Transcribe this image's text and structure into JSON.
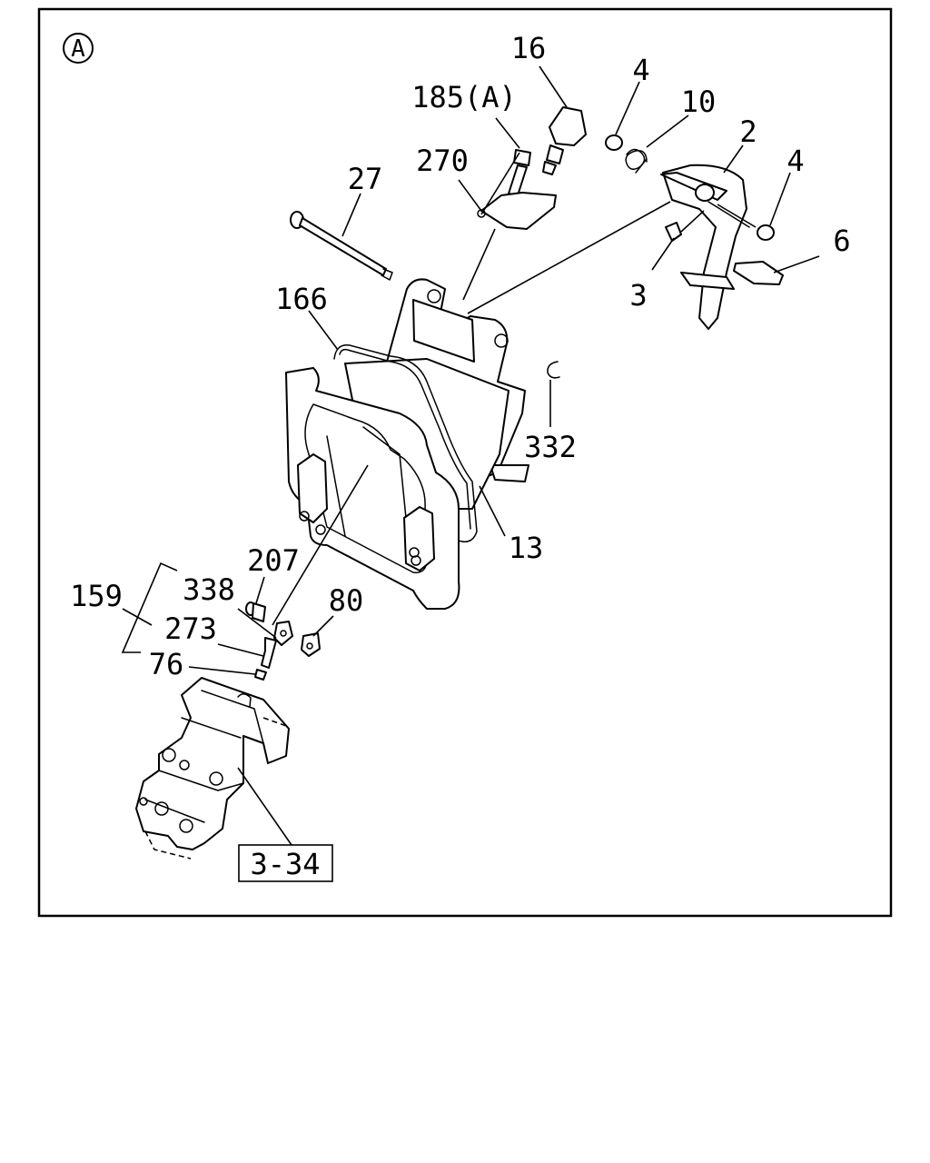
{
  "figure": {
    "section_marker": "A",
    "labels": {
      "l16": "16",
      "l185": "185(A)",
      "l4a": "4",
      "l10": "10",
      "l2": "2",
      "l4b": "4",
      "l270": "270",
      "l27": "27",
      "l6": "6",
      "l3": "3",
      "l166": "166",
      "l332": "332",
      "l13": "13",
      "l207": "207",
      "l338": "338",
      "l159": "159",
      "l273": "273",
      "l80": "80",
      "l76": "76",
      "ref": "3-34"
    }
  }
}
